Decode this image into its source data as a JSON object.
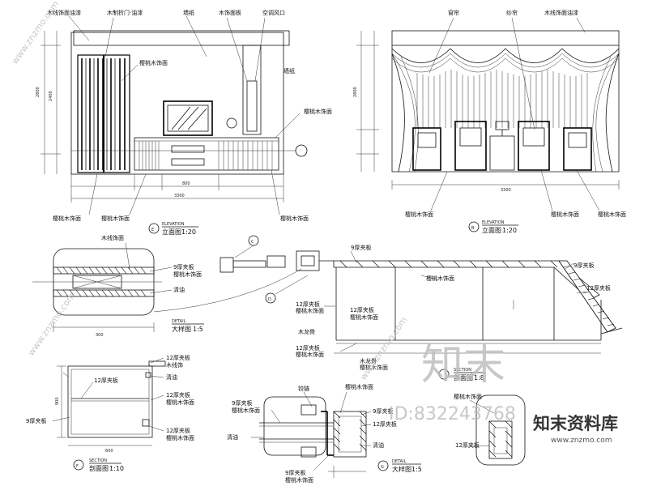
{
  "elevation_e": {
    "notes": {
      "wood_trim": "木线饰面油漆",
      "wood_door": "木制折门·油漆",
      "wallpaper": "墙纸",
      "wood_board": "木饰面板",
      "outlet": "空调风口",
      "veneer": "樱桃木饰面",
      "panel_label": "墙纸"
    },
    "dims": {
      "h1": "2800",
      "h2": "2400",
      "w1": "3300",
      "w2": "800"
    },
    "tag": "E",
    "title": "立面图",
    "scale": "1:20",
    "elevation_label": "ELEVATION"
  },
  "elevation_b": {
    "notes": {
      "curtain_1": "窗帘",
      "curtain_2": "纱帘",
      "wood_trim": "木线饰面油漆",
      "veneer": "樱桃木饰面"
    },
    "dims": {
      "w": "3300",
      "h": "2800"
    },
    "tag": "B",
    "title": "立面图",
    "scale": "1:20",
    "elevation_label": "ELEVATION"
  },
  "detail_a": {
    "notes": {
      "wood_trim": "木线饰面",
      "gypsum": "9厚夹板",
      "veneer": "樱桃木饰面",
      "paint": "清油"
    },
    "dim": "300",
    "title": "大样图",
    "scale": "1:5",
    "detail_label": "DETAIL"
  },
  "ceiling_section": {
    "notes": {
      "board": "9厚夹板",
      "lamp": "9厚夹板",
      "veneer": "樱桃木饰面",
      "wood": "12厚夹板",
      "finish": "樱桃木饰面",
      "lath": "木龙骨",
      "ceiling": "樱桃木饰面",
      "panel": "12厚夹板"
    },
    "callouts": [
      "C",
      "D"
    ],
    "title": "剖面图",
    "scale": "1:8",
    "section_label": "SECTION"
  },
  "front_f": {
    "notes": {
      "top": "12厚夹板",
      "mid": "12厚夹板",
      "side": "9厚夹板",
      "trim": "清油",
      "edge": "木线饰",
      "bottom": "樱桃木饰面",
      "corner": "12厚夹板"
    },
    "dims": {
      "h": "900",
      "w": "600"
    },
    "tag": "F",
    "title": "剖面图",
    "scale": "1:10",
    "section_label": "SECTION"
  },
  "detail_g": {
    "notes": {
      "hinge": "铰链",
      "veneer": "樱桃木饰面",
      "board": "9厚夹板",
      "paint": "清油",
      "finish": "樱桃木饰面",
      "edge": "12厚夹板"
    },
    "tag": "G",
    "title": "大样图",
    "scale": "1:5",
    "detail_label": "DETAIL"
  },
  "detail_h": {
    "notes": {
      "veneer": "樱桃木饰面",
      "board": "12厚夹板"
    }
  },
  "watermark": {
    "logo_text": "知末",
    "id_text": "ID:832243768",
    "brand": "知末资料库",
    "url": "www.znzmo.com",
    "diagonal": "www.znzmo.com"
  },
  "colors": {
    "ink": "#111111",
    "hatch": "#000000",
    "watermark": "#bfbfbf"
  }
}
